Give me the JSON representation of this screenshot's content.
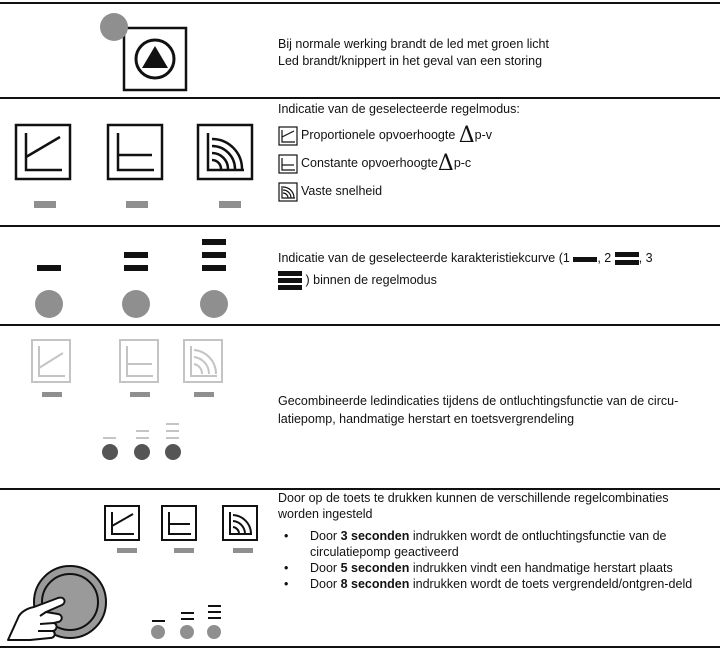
{
  "rows": {
    "led": {
      "line1": "Bij normale werking brandt de led met groen licht",
      "line2": "Led brandt/knippert in het geval van een storing"
    },
    "mode": {
      "intro": "Indicatie van de geselecteerde regelmodus:",
      "item1": "Proportionele opvoerhoogte",
      "item1_suffix": "p-v",
      "item2": "Constante opvoerhoogte",
      "item2_suffix": "p-c",
      "item3": "Vaste snelheid",
      "delta": "Δ"
    },
    "curve": {
      "part1": "Indicatie van de geselecteerde karakteristiekcurve (1",
      "part2": ", 2",
      "part3": ", 3",
      "part4": ") binnen de regelmodus"
    },
    "combined": {
      "text": "Gecombineerde ledindicaties tijdens de ontluchtingsfunctie van de circu-latiepomp, handmatige herstart en toetsvergrendeling"
    },
    "button": {
      "intro": "Door op de toets te drukken kunnen de verschillende regelcombinaties worden ingesteld",
      "bullet": "•",
      "b1_pre": "Door",
      "b1_bold": "3 seconden",
      "b1_post": "indrukken wordt de ontluchtingsfunctie van de circulatiepomp geactiveerd",
      "b2_pre": "Door",
      "b2_bold": "5 seconden",
      "b2_post": "indrukken vindt een handmatige herstart plaats",
      "b3_pre": "Door",
      "b3_bold": "8 seconden",
      "b3_post": "indrukken wordt de toets vergrendeld/ontgren-deld"
    }
  },
  "colors": {
    "led_grey": "#8f8f8f",
    "faded": "#c4c4c4",
    "ink": "#111111"
  }
}
